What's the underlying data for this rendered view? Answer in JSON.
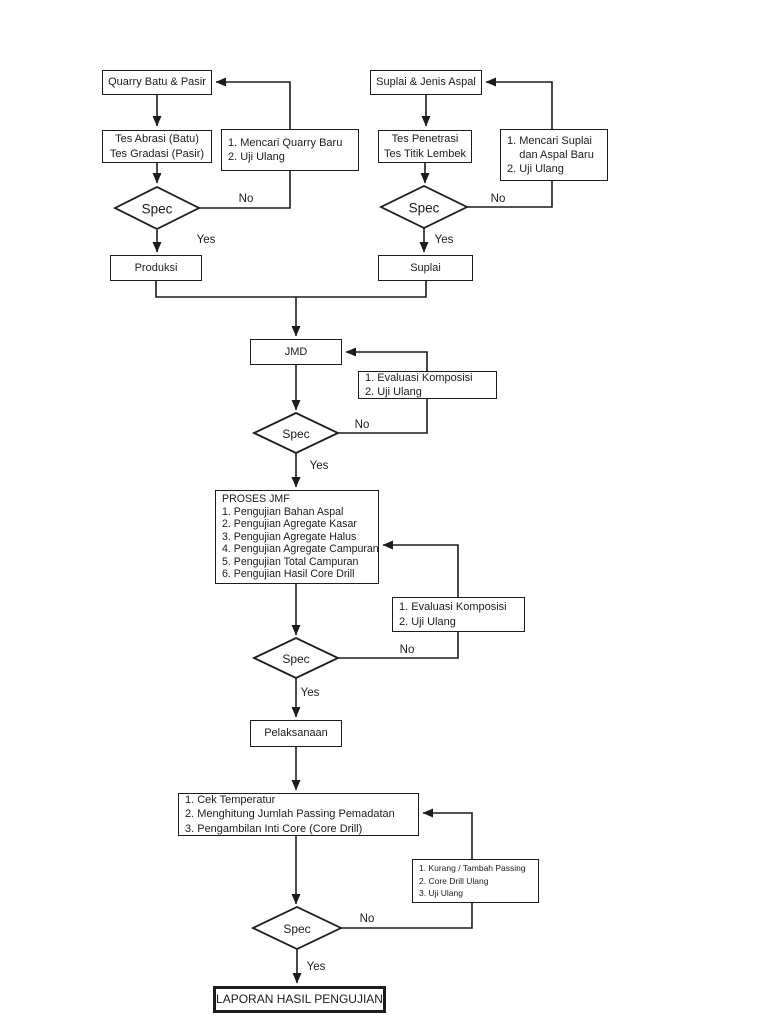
{
  "colors": {
    "background": "#ffffff",
    "ink": "#1c1c1c"
  },
  "labels": {
    "spec": "Spec",
    "no": "No",
    "yes": "Yes"
  },
  "nodes": {
    "quarry_source": "Quarry Batu & Pasir",
    "quarry_test": "Tes Abrasi (Batu)\nTes Gradasi (Pasir)",
    "quarry_retry": "1. Mencari Quarry Baru\n2. Uji Ulang",
    "produksi": "Produksi",
    "aspal_source": "Suplai & Jenis Aspal",
    "aspal_test": "Tes Penetrasi\nTes Titik Lembek",
    "aspal_retry": "1. Mencari Suplai\n    dan Aspal Baru\n2. Uji Ulang",
    "suplai": "Suplai",
    "jmd": "JMD",
    "jmd_retry": "1. Evaluasi Komposisi\n2. Uji Ulang",
    "proses_jmf": "PROSES JMF\n1. Pengujian Bahan Aspal\n2. Pengujian Agregate Kasar\n3. Pengujian Agregate Halus\n4. Pengujian Agregate Campuran\n5. Pengujian Total Campuran\n6. Pengujian Hasil Core Drill",
    "jmf_retry": "1. Evaluasi Komposisi\n2. Uji Ulang",
    "pelaksanaan": "Pelaksanaan",
    "lapangan_check": "1. Cek Temperatur\n2. Menghitung Jumlah Passing Pemadatan\n3. Pengambilan Inti Core (Core Drill)",
    "lapangan_retry": "1. Kurang / Tambah Passing\n2. Core Drill Ulang\n3. Uji Ulang",
    "laporan": "LAPORAN HASIL PENGUJIAN"
  }
}
